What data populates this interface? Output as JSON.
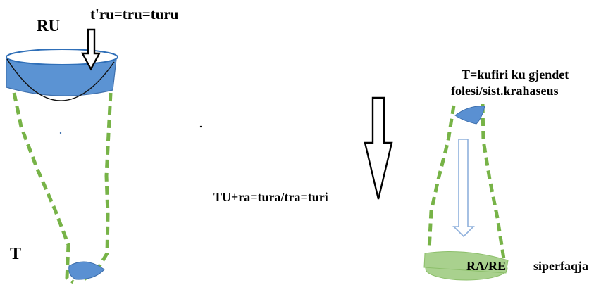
{
  "labels": {
    "ru": "RU",
    "tru": "t'ru=tru=turu",
    "t_bottom": "T",
    "tura": "TU+ra=tura/tra=turi",
    "kufiri_line1": "T=kufiri ku gjendet",
    "kufiri_line2": "folesi/sist.krahaseus",
    "ra_re": "RA/RE",
    "siperfaqja": "siperfaqja"
  },
  "colors": {
    "cone_dash": "#77b347",
    "drum_fill": "#5b93d3",
    "drum_stroke": "#3f70ad",
    "rim_stroke": "#2f6fb8",
    "tip_fill": "#5a90d2",
    "base_fill": "#a9d18e",
    "base_stroke": "#8cbf6a",
    "hollow_arrow_stroke": "#8fb0dc",
    "arrow_stroke": "#000000"
  }
}
